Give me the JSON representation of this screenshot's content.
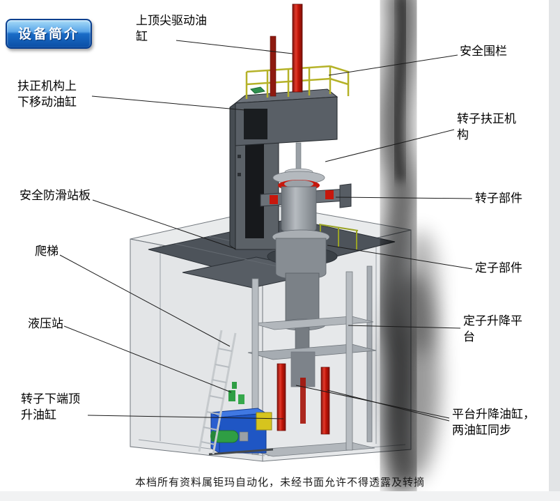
{
  "badge": {
    "label": "设备简介"
  },
  "callouts": [
    {
      "name": "top-tip-drive-cylinder",
      "text": "上顶尖驱动油\n缸"
    },
    {
      "name": "safety-fence",
      "text": "安全围栏"
    },
    {
      "name": "centering-lift-cylinder",
      "text": "扶正机构上\n下移动油缸"
    },
    {
      "name": "rotor-centering-mechanism",
      "text": "转子扶正机\n构"
    },
    {
      "name": "anti-slip-platform",
      "text": "安全防滑站板"
    },
    {
      "name": "rotor-component",
      "text": "转子部件"
    },
    {
      "name": "ladder",
      "text": "爬梯"
    },
    {
      "name": "stator-component",
      "text": "定子部件"
    },
    {
      "name": "hydraulic-station",
      "text": "液压站"
    },
    {
      "name": "stator-lift-platform",
      "text": "定子升降平\n台"
    },
    {
      "name": "rotor-jack-cylinder",
      "text": "转子下端顶\n升油缸"
    },
    {
      "name": "platform-lift-cylinders",
      "text": "平台升降油缸，\n两油缸同步"
    }
  ],
  "footer": {
    "text": "本档所有资料属钜玛自动化，未经书面允许不得透露及转摘"
  },
  "colors": {
    "badge_blue": "#0b4fa6",
    "cylinder_red": "#c7170c",
    "safety_yellow": "#b5b228",
    "hydraulic_blue": "#1f56c4",
    "motor_green": "#2f9e44",
    "deck_gray": "#4d535a",
    "frame_gray": "#b2b7bc"
  }
}
